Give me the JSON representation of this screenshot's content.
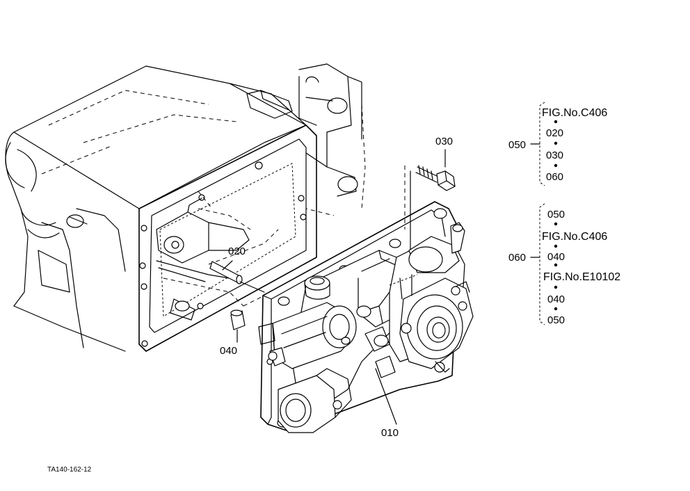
{
  "figure_code": "TA140-162-12",
  "part_labels": {
    "p010": "010",
    "p020": "020",
    "p030": "030",
    "p040": "040"
  },
  "group_050": {
    "label": "050",
    "items": [
      "FIG.No.C406",
      "020",
      "030",
      "060"
    ]
  },
  "group_060": {
    "label": "060",
    "items": [
      "050",
      "FIG.No.C406",
      "040",
      "FIG.No.E10102",
      "040",
      "050"
    ]
  }
}
